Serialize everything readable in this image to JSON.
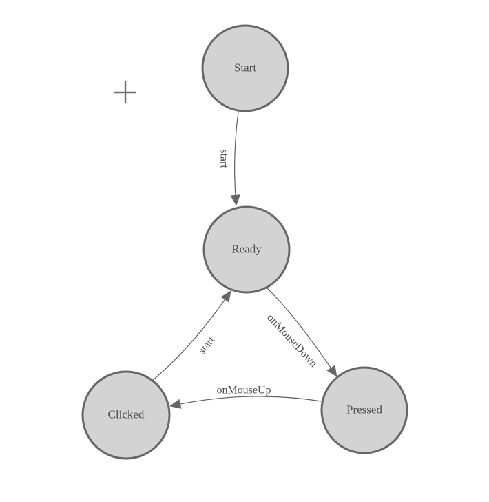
{
  "diagram": {
    "type": "finite-state-machine"
  },
  "colors": {
    "background": "#ffffff",
    "node_fill": "#d3d3d3",
    "node_stroke": "#666666",
    "node_text": "#4c4c4c",
    "edge_stroke": "#5e5e5e",
    "edge_text": "#4c4c4c",
    "arrow_fill": "#666666",
    "crosshair": "#6e6e6e"
  },
  "nodes": [
    {
      "id": "start",
      "label": "Start"
    },
    {
      "id": "ready",
      "label": "Ready"
    },
    {
      "id": "clicked",
      "label": "Clicked"
    },
    {
      "id": "pressed",
      "label": "Pressed"
    }
  ],
  "edges": [
    {
      "label": "start",
      "from": "Start",
      "to": "Ready"
    },
    {
      "label": "onMouseDown",
      "from": "Ready",
      "to": "Pressed"
    },
    {
      "label": "onMouseUp",
      "from": "Pressed",
      "to": "Clicked"
    },
    {
      "label": "start",
      "from": "Clicked",
      "to": "Ready"
    }
  ]
}
